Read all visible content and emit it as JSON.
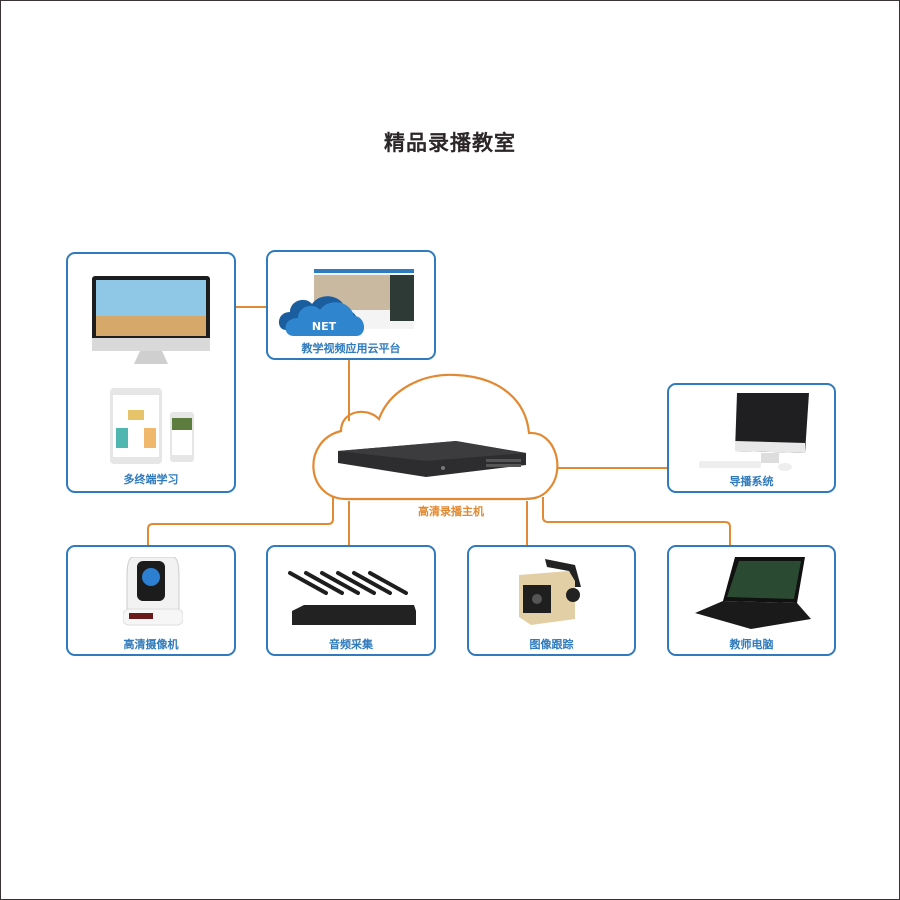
{
  "title": "精品录播教室",
  "colors": {
    "box_border": "#2f7bbd",
    "connector": "#e28a33",
    "label_blue": "#2f7bbd",
    "title": "#2b2627"
  },
  "host": {
    "label": "高清录播主机"
  },
  "nodes": {
    "multi_terminal": {
      "label": "多终端学习",
      "icons": [
        "desktop-monitor-icon",
        "tablet-icon",
        "phone-icon"
      ]
    },
    "cloud_platform": {
      "label": "教学视频应用云平台",
      "badge": "NET"
    },
    "director": {
      "label": "导播系统"
    },
    "hd_camera": {
      "label": "高清摄像机"
    },
    "audio": {
      "label": "音频采集"
    },
    "tracking": {
      "label": "图像跟踪"
    },
    "teacher_pc": {
      "label": "教师电脑"
    }
  }
}
